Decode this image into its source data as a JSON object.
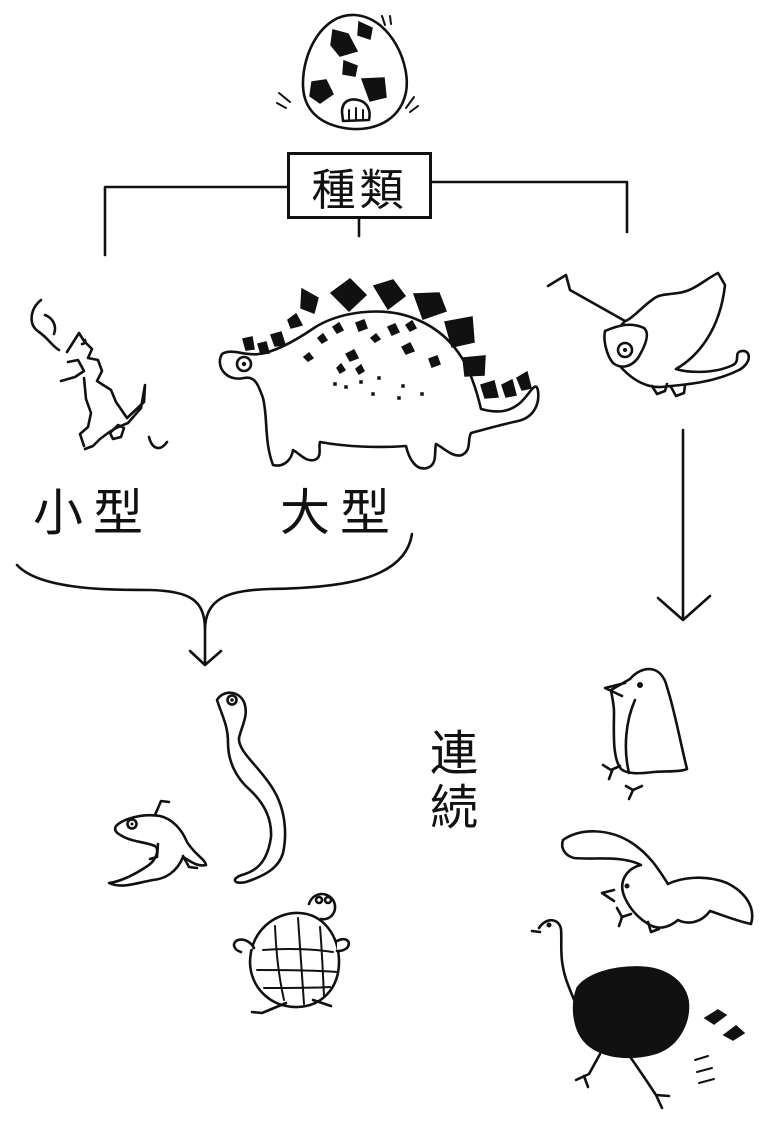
{
  "root_label": "種類",
  "branches": {
    "small": "小型",
    "large": "大型"
  },
  "side_label": "連続",
  "icons": [
    "egg-icon",
    "small-dinosaur-icon",
    "stegosaurus-icon",
    "pterosaur-icon",
    "snake-icon",
    "lizard-icon",
    "turtle-icon",
    "penguin-icon",
    "bird-icon",
    "ostrich-icon"
  ],
  "colors": {
    "ink": "#111111",
    "paper": "#ffffff"
  }
}
